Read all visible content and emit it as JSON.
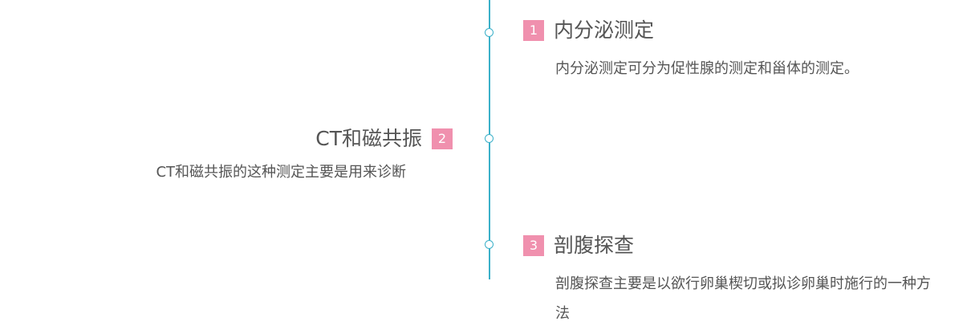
{
  "timeline": {
    "items": [
      {
        "number": "1",
        "title": "内分泌测定",
        "description": "内分泌测定可分为促性腺的测定和甾体的测定。"
      },
      {
        "number": "2",
        "title": "CT和磁共振",
        "description": "CT和磁共振的这种测定主要是用来诊断"
      },
      {
        "number": "3",
        "title": "剖腹探查",
        "description": "剖腹探查主要是以欲行卵巢楔切或拟诊卵巢时施行的一种方法"
      }
    ]
  },
  "colors": {
    "line": "#3bb0c9",
    "badge": "#f090ae",
    "text": "#555555"
  }
}
